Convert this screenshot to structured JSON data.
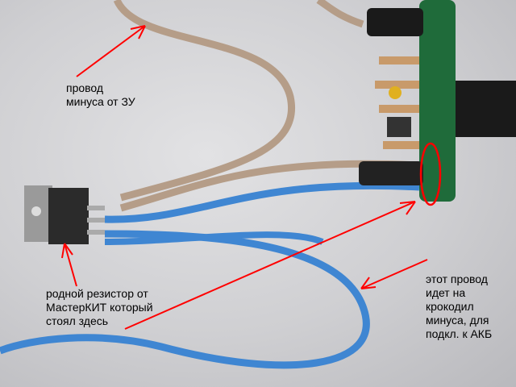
{
  "annotations": {
    "wire_minus_charger": "провод\nминуса от ЗУ",
    "original_resistor": "родной резистор от\nМастерКИТ который\nстоял здесь",
    "wire_to_clip": "этот провод\nидет на\nкрокодил\nминуса, для\nподкл. к АКБ"
  },
  "colors": {
    "arrow": "#ff0000",
    "beige_wire": "#b59d88",
    "blue_wire": "#3f86d2",
    "pcb": "#1f6b3a"
  }
}
